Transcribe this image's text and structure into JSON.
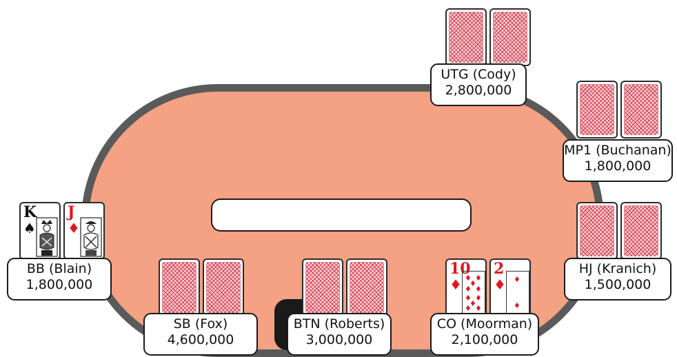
{
  "seats": [
    {
      "position": "UTG",
      "player": "UTG (Cody)",
      "stack": "2,800,000",
      "cards": "face-down"
    },
    {
      "position": "MP1",
      "player": "MP1 (Buchanan)",
      "stack": "1,800,000",
      "cards": "face-down"
    },
    {
      "position": "HJ",
      "player": "HJ (Kranich)",
      "stack": "1,500,000",
      "cards": "face-down"
    },
    {
      "position": "CO",
      "player": "CO (Moorman)",
      "stack": "2,100,000",
      "cards": [
        {
          "rank": "10",
          "suit": "diamonds",
          "suit_symbol": "♦"
        },
        {
          "rank": "2",
          "suit": "diamonds",
          "suit_symbol": "♦"
        }
      ]
    },
    {
      "position": "BTN",
      "player": "BTN (Roberts)",
      "stack": "3,000,000",
      "cards": "face-down",
      "dealer_button": true
    },
    {
      "position": "SB",
      "player": "SB (Fox)",
      "stack": "4,600,000",
      "cards": "face-down"
    },
    {
      "position": "BB",
      "player": "BB (Blain)",
      "stack": "1,800,000",
      "cards": [
        {
          "rank": "K",
          "suit": "spades",
          "suit_symbol": "♠"
        },
        {
          "rank": "J",
          "suit": "diamonds",
          "suit_symbol": "♦"
        }
      ]
    }
  ],
  "pot_text": "",
  "colors": {
    "felt": "#f4a184",
    "rail": "#5a5a5a",
    "card_back": "#e4161d",
    "red_suit": "#e4161d"
  }
}
